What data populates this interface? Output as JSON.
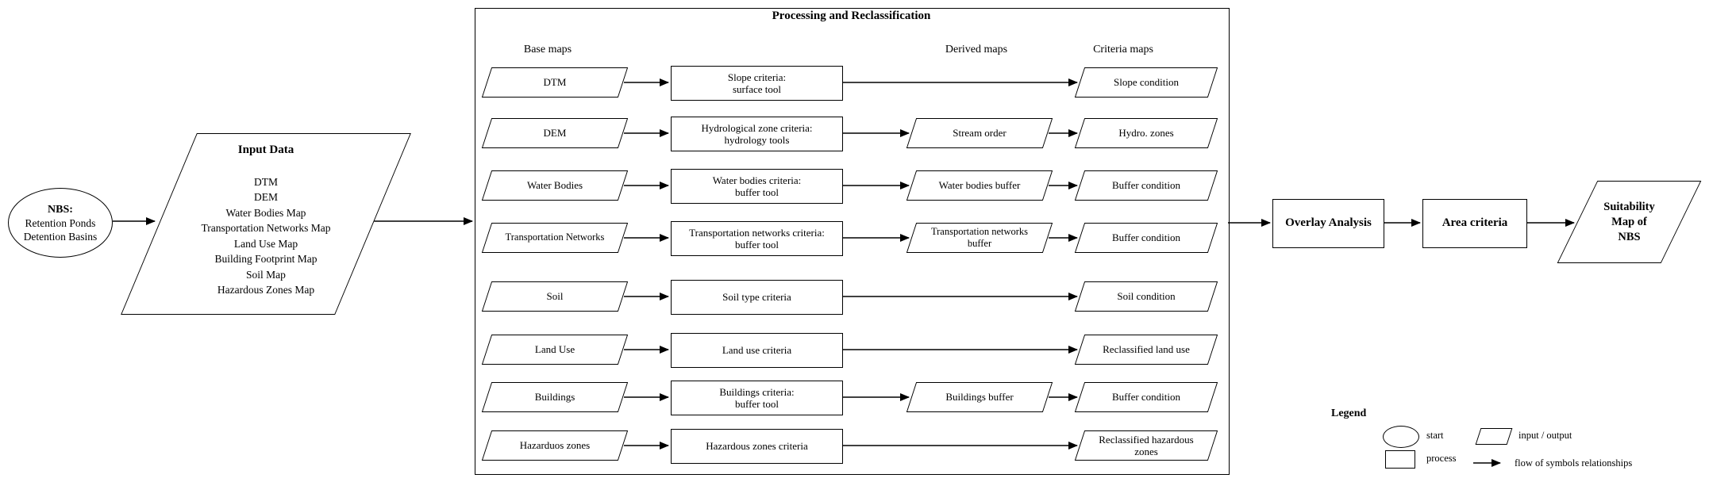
{
  "colors": {
    "ink": "#000000",
    "background": "#ffffff"
  },
  "start_node": {
    "title": "NBS:",
    "lines": "Retention Ponds\nDetention Basins"
  },
  "input_data": {
    "title": "Input Data",
    "items": [
      "DTM",
      "DEM",
      "Water Bodies Map",
      "Transportation Networks Map",
      "Land Use Map",
      "Building Footprint Map",
      "Soil Map",
      "Hazardous Zones Map"
    ]
  },
  "processing": {
    "title": "Processing and Reclassification",
    "headers": {
      "base": "Base maps",
      "derived": "Derived maps",
      "criteria": "Criteria maps"
    },
    "rows": [
      {
        "base": "DTM",
        "process": "Slope criteria:\nsurface tool",
        "derived": null,
        "criteria": "Slope condition"
      },
      {
        "base": "DEM",
        "process": "Hydrological zone criteria:\nhydrology tools",
        "derived": "Stream order",
        "criteria": "Hydro. zones"
      },
      {
        "base": "Water Bodies",
        "process": "Water bodies criteria:\nbuffer tool",
        "derived": "Water bodies buffer",
        "criteria": "Buffer condition"
      },
      {
        "base": "Transportation Networks",
        "process": "Transportation networks criteria:\nbuffer tool",
        "derived": "Transportation networks\nbuffer",
        "criteria": "Buffer condition"
      },
      {
        "base": "Soil",
        "process": "Soil type criteria",
        "derived": null,
        "criteria": "Soil condition"
      },
      {
        "base": "Land Use",
        "process": "Land use criteria",
        "derived": null,
        "criteria": "Reclassified land use"
      },
      {
        "base": "Buildings",
        "process": "Buildings criteria:\nbuffer tool",
        "derived": "Buildings buffer",
        "criteria": "Buffer condition"
      },
      {
        "base": "Hazarduos zones",
        "process": "Hazardous zones criteria",
        "derived": null,
        "criteria": "Reclassified hazardous\nzones"
      }
    ]
  },
  "overlay": {
    "label": "Overlay Analysis"
  },
  "area": {
    "label": "Area criteria"
  },
  "output": {
    "label": "Suitability\nMap of\nNBS"
  },
  "legend": {
    "title": "Legend",
    "start": "start",
    "process": "process",
    "io": "input / output",
    "flow": "flow of symbols relationships"
  }
}
